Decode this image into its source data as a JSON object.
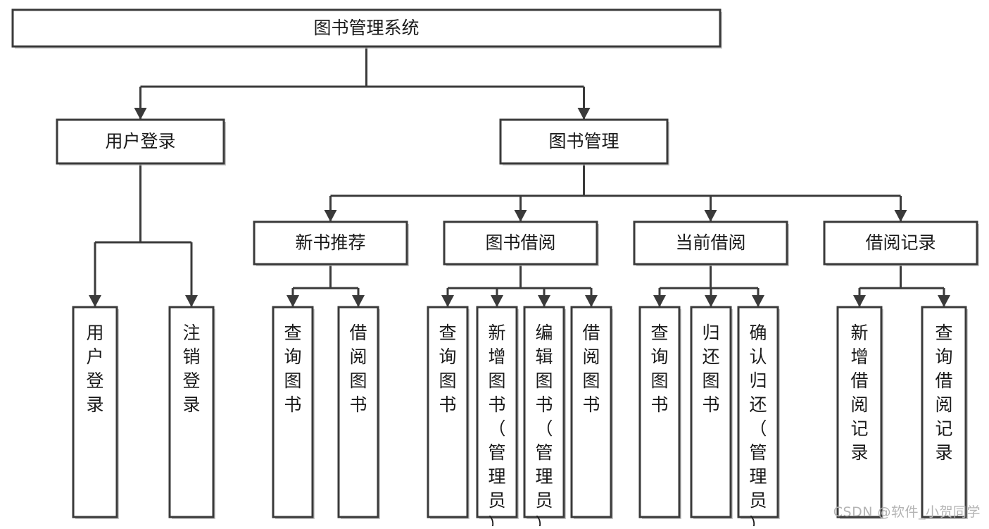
{
  "diagram": {
    "type": "tree-hierarchy-chart",
    "title": "图书管理系统",
    "watermark": "CSDN @软件_小贺同学",
    "levels": [
      {
        "level": 1,
        "nodes": [
          {
            "id": "root",
            "label": "图书管理系统",
            "orientation": "horizontal"
          }
        ]
      },
      {
        "level": 2,
        "nodes": [
          {
            "id": "user-login",
            "label": "用户登录",
            "orientation": "horizontal",
            "parent": "root"
          },
          {
            "id": "book-manage",
            "label": "图书管理",
            "orientation": "horizontal",
            "parent": "root"
          }
        ]
      },
      {
        "level": 3,
        "nodes": [
          {
            "id": "new-book-rec",
            "label": "新书推荐",
            "orientation": "horizontal",
            "parent": "book-manage"
          },
          {
            "id": "book-borrow",
            "label": "图书借阅",
            "orientation": "horizontal",
            "parent": "book-manage"
          },
          {
            "id": "current-borrow",
            "label": "当前借阅",
            "orientation": "horizontal",
            "parent": "book-manage"
          },
          {
            "id": "borrow-record",
            "label": "借阅记录",
            "orientation": "horizontal",
            "parent": "book-manage"
          }
        ]
      },
      {
        "level": 4,
        "nodes": [
          {
            "id": "leaf-user-login",
            "label": "用户登录",
            "orientation": "vertical",
            "parent": "user-login"
          },
          {
            "id": "leaf-logout",
            "label": "注销登录",
            "orientation": "vertical",
            "parent": "user-login"
          },
          {
            "id": "leaf-query-book-1",
            "label": "查询图书",
            "orientation": "vertical",
            "parent": "new-book-rec"
          },
          {
            "id": "leaf-borrow-book-1",
            "label": "借阅图书",
            "orientation": "vertical",
            "parent": "new-book-rec"
          },
          {
            "id": "leaf-query-book-2",
            "label": "查询图书",
            "orientation": "vertical",
            "parent": "book-borrow"
          },
          {
            "id": "leaf-add-book",
            "label": "新增图书（管理员）",
            "orientation": "vertical",
            "parent": "book-borrow"
          },
          {
            "id": "leaf-edit-book",
            "label": "编辑图书（管理员）",
            "orientation": "vertical",
            "parent": "book-borrow"
          },
          {
            "id": "leaf-borrow-book-2",
            "label": "借阅图书",
            "orientation": "vertical",
            "parent": "book-borrow"
          },
          {
            "id": "leaf-query-book-3",
            "label": "查询图书",
            "orientation": "vertical",
            "parent": "current-borrow"
          },
          {
            "id": "leaf-return-book",
            "label": "归还图书",
            "orientation": "vertical",
            "parent": "current-borrow"
          },
          {
            "id": "leaf-confirm-return",
            "label": "确认归还（管理员）",
            "orientation": "vertical",
            "parent": "current-borrow"
          },
          {
            "id": "leaf-add-record",
            "label": "新增借阅记录",
            "orientation": "vertical",
            "parent": "borrow-record"
          },
          {
            "id": "leaf-query-record",
            "label": "查询借阅记录",
            "orientation": "vertical",
            "parent": "borrow-record"
          }
        ]
      }
    ],
    "colors": {
      "background": "#ffffff",
      "box_fill": "#ffffff",
      "box_stroke": "#3a3a3a",
      "connector": "#3a3a3a",
      "text": "#1a1a1a",
      "watermark": "#b4b4b4"
    }
  }
}
